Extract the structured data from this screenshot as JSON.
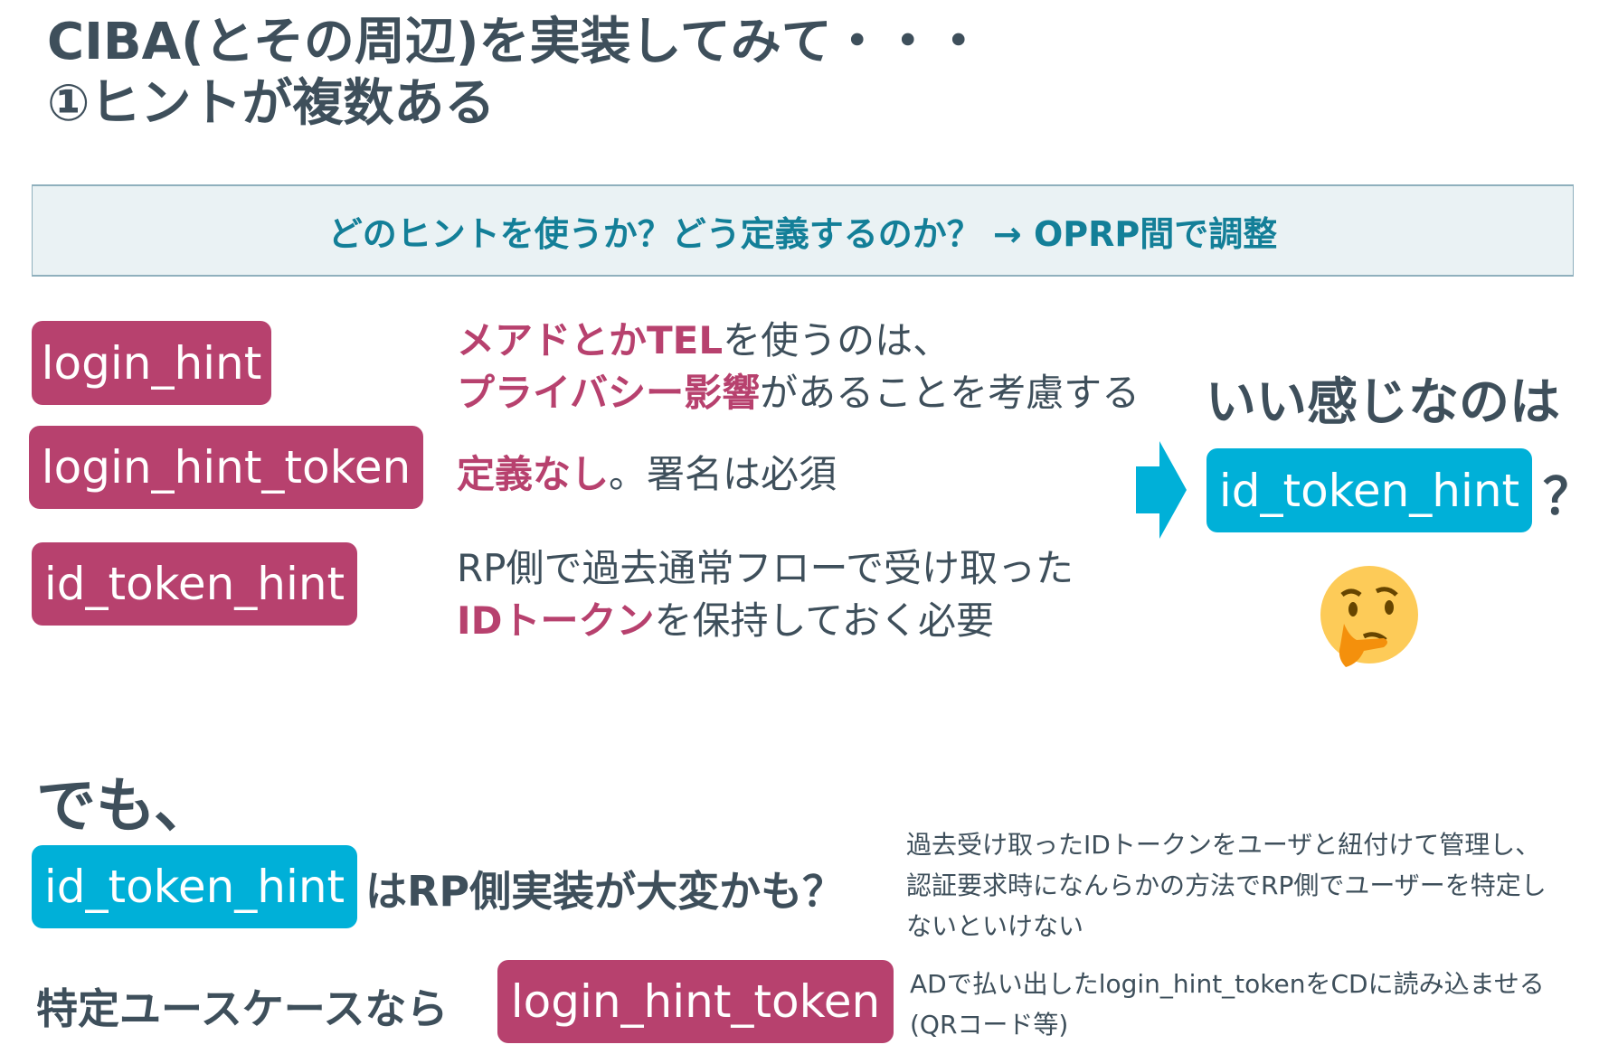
{
  "title": {
    "line1": "CIBA(とその周辺)を実装してみて・・・",
    "line2": "①ヒントが複数ある"
  },
  "banner": "どのヒントを使うか？どう定義するのか？ → OPRP間で調整",
  "hints": [
    {
      "label": "login_hint",
      "desc": [
        {
          "em": "メアドとかTEL",
          "rest": "を使うのは、"
        },
        {
          "em": "プライバシー影響",
          "rest": "があることを考慮する"
        }
      ]
    },
    {
      "label": "login_hint_token",
      "desc": [
        {
          "em": "定義なし",
          "rest": "。署名は必須"
        }
      ]
    },
    {
      "label": "id_token_hint",
      "desc": [
        {
          "em": "",
          "rest": "RP側で過去通常フローで受け取った"
        },
        {
          "em": "IDトークン",
          "rest": "を保持しておく必要"
        }
      ]
    }
  ],
  "recommend": {
    "heading": "いい感じなのは",
    "pill": "id_token_hint",
    "question": "？",
    "emoji": "thinking-face"
  },
  "but": {
    "heading": "でも、",
    "row1": {
      "pill": "id_token_hint",
      "text": "はRP側実装が大変かも？",
      "note": [
        "過去受け取ったIDトークンをユーザと紐付けて管理し、",
        "認証要求時になんらかの方法でRP側でユーザーを特定し",
        "ないといけない"
      ]
    },
    "row2": {
      "prefix": "特定ユースケースなら",
      "pill": "login_hint_token",
      "note": [
        "ADで払い出したlogin_hint_tokenをCDに読み込ませる",
        "(QRコード等)"
      ]
    }
  },
  "colors": {
    "text": "#3e4f5b",
    "magenta": "#b7416e",
    "cyan": "#00b0d8",
    "banner_text": "#137f98",
    "banner_bg": "#eaf2f4"
  }
}
